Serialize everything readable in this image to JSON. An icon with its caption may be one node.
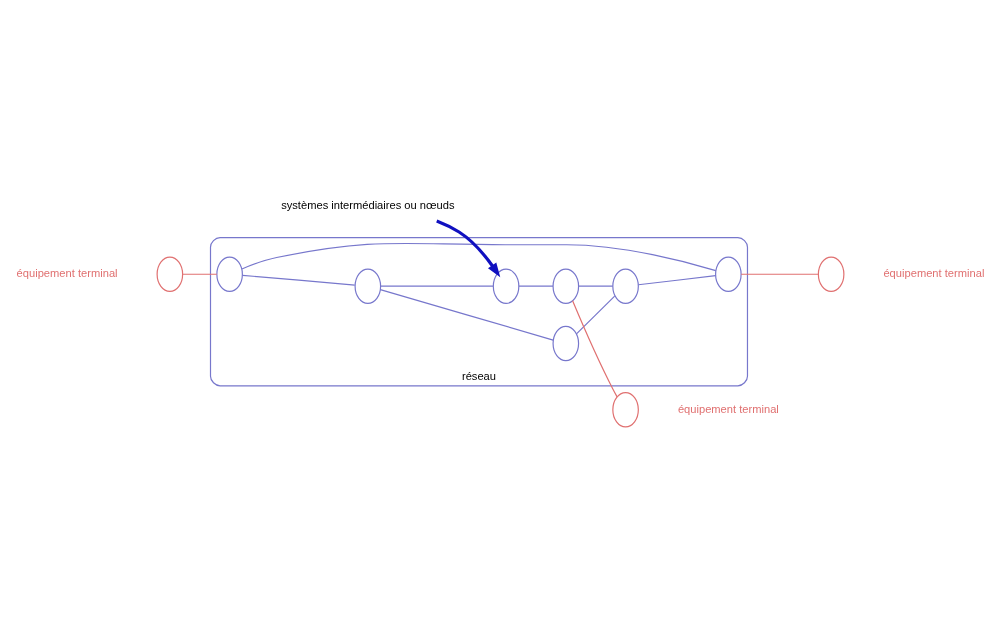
{
  "diagram": {
    "nodes": [
      {
        "text": [],
        "shape": "circle",
        "beside": [
          "équipement terminal"
        ]
      },
      {
        "text": [
          "réseau"
        ]
      },
      {
        "text": [],
        "shape": "circle",
        "in": 1
      },
      {
        "text": [],
        "shape": "circle",
        "in": 1
      },
      {
        "text": [],
        "shape": "circle",
        "in": 1
      },
      {
        "text": [],
        "shape": "circle",
        "in": 1
      },
      {
        "text": [],
        "shape": "circle",
        "in": 1
      },
      {
        "text": [],
        "shape": "circle",
        "in": 1
      },
      {
        "text": [],
        "shape": "circle",
        "in": 1
      },
      {
        "text": [],
        "shape": "circle",
        "beside": [
          "équipement terminal"
        ]
      },
      {
        "text": [],
        "shape": "circle",
        "beside": [
          "équipement terminal"
        ]
      },
      {
        "text": [
          "systèmes intermédiaires ou nœuds"
        ]
      }
    ],
    "edges": [
      {
        "from": 0,
        "to": 2,
        "arrow": "none",
        "color": "#e07070"
      },
      {
        "from": 2,
        "to": 3,
        "arrow": "none"
      },
      {
        "from": 3,
        "to": 4,
        "arrow": "none"
      },
      {
        "from": 4,
        "to": 5,
        "arrow": "none"
      },
      {
        "from": 3,
        "to": 6,
        "arrow": "none"
      },
      {
        "from": 2,
        "to": 8,
        "arrow": "none"
      },
      {
        "from": 6,
        "to": 7,
        "arrow": "none"
      },
      {
        "from": 7,
        "to": 5,
        "arrow": "none"
      },
      {
        "from": 5,
        "to": 8,
        "arrow": "none"
      },
      {
        "from": 8,
        "to": 9,
        "arrow": "none",
        "color": "#e07070"
      },
      {
        "from": 7,
        "to": 10,
        "arrow": "none",
        "color": "#e07070"
      },
      {
        "from": 11,
        "to": 6,
        "arrow": "to",
        "style": "thick",
        "color": "#1010c0"
      }
    ]
  }
}
